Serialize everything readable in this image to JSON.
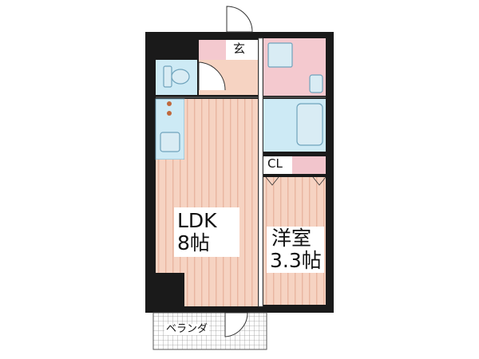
{
  "rooms": {
    "ldk": {
      "name": "LDK",
      "size": "8帖"
    },
    "western": {
      "name": "洋室",
      "size": "3.3帖"
    },
    "closet": {
      "name": "CL"
    },
    "entrance": {
      "name": "玄"
    },
    "balcony": {
      "name": "ベランダ"
    }
  },
  "colors": {
    "wall": "#1a1a1a",
    "floor_wood": "#f6d3c2",
    "floor_stripe": "#e9b5a0",
    "wet_area": "#cdeaf5",
    "fixture": "#d9ecf4",
    "fixture_stroke": "#6fa3bc",
    "entrance": "#f4c9cf",
    "closet": "#f2c5cc",
    "balcony_grid": "#9a9a9a"
  }
}
